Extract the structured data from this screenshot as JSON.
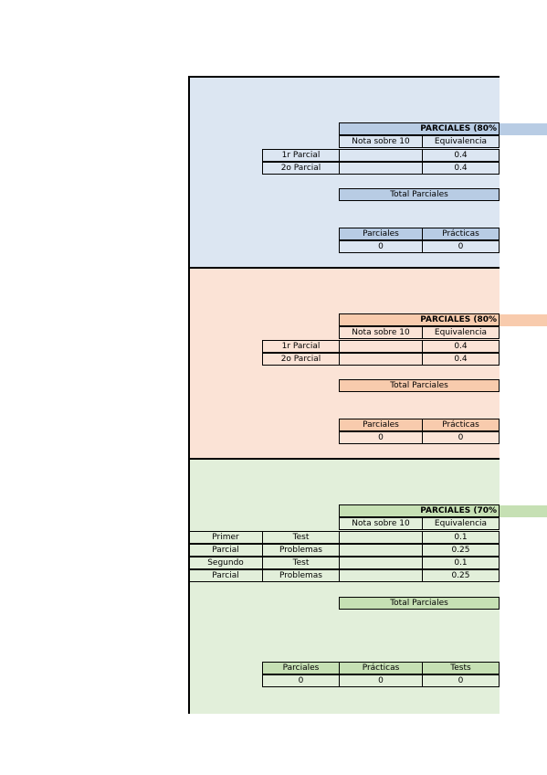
{
  "sections": [
    {
      "header": "PARCIALES (80%",
      "col_nota": "Nota sobre 10",
      "col_equiv": "Equivalencia",
      "rows": [
        {
          "label": "1r Parcial",
          "nota": "",
          "equiv": "0.4"
        },
        {
          "label": "2o Parcial",
          "nota": "",
          "equiv": "0.4"
        }
      ],
      "total_label": "Total Parciales",
      "summary_headers": [
        "Parciales",
        "Prácticas"
      ],
      "summary_values": [
        "0",
        "0"
      ]
    },
    {
      "header": "PARCIALES (80%",
      "col_nota": "Nota sobre 10",
      "col_equiv": "Equivalencia",
      "rows": [
        {
          "label": "1r Parcial",
          "nota": "",
          "equiv": "0.4"
        },
        {
          "label": "2o Parcial",
          "nota": "",
          "equiv": "0.4"
        }
      ],
      "total_label": "Total Parciales",
      "summary_headers": [
        "Parciales",
        "Prácticas"
      ],
      "summary_values": [
        "0",
        "0"
      ]
    },
    {
      "header": "PARCIALES (70%",
      "col_nota": "Nota sobre 10",
      "col_equiv": "Equivalencia",
      "rows": [
        {
          "group": "Primer",
          "type": "Test",
          "nota": "",
          "equiv": "0.1"
        },
        {
          "group": "Parcial",
          "type": "Problemas",
          "nota": "",
          "equiv": "0.25"
        },
        {
          "group": "Segundo",
          "type": "Test",
          "nota": "",
          "equiv": "0.1"
        },
        {
          "group": "Parcial",
          "type": "Problemas",
          "nota": "",
          "equiv": "0.25"
        }
      ],
      "total_label": "Total Parciales",
      "summary_headers": [
        "Parciales",
        "Prácticas",
        "Tests"
      ],
      "summary_values": [
        "0",
        "0",
        "0"
      ]
    }
  ],
  "colors": {
    "section1_fill": "#dce6f2",
    "section1_header": "#b8cce4",
    "section2_fill": "#fbe3d6",
    "section2_header": "#f8cbad",
    "section3_fill": "#e2efda",
    "section3_header": "#c6e0b4"
  }
}
